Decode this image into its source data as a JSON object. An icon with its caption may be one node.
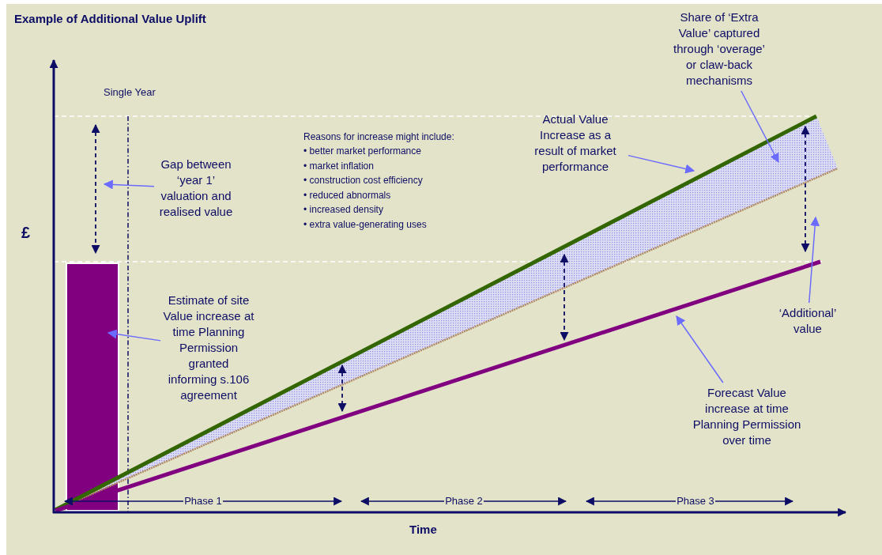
{
  "diagram": {
    "title": "Example of Additional Value Uplift",
    "nodes": [
      {
        "text": [
          "Gap between ‘year 1’ valuation and realised value"
        ]
      },
      {
        "text": [
          "Estimate of site Value increase at time Planning Permission granted informing s.106 agreement"
        ]
      },
      {
        "text": [],
        "shape": "bar"
      },
      {
        "text": [
          "Actual Value Increase as a result of market performance"
        ]
      },
      {
        "text": [
          "Share of ‘Extra Value’ captured through ‘overage’ or claw-back mechanisms"
        ]
      },
      {
        "text": [
          "‘Additional’ value"
        ]
      },
      {
        "text": [
          "Forecast Value increase at time Planning Permission over time"
        ]
      }
    ],
    "edges": [
      {
        "from": 0,
        "to": null,
        "arrow": "to"
      },
      {
        "from": 1,
        "to": 2,
        "arrow": "to"
      },
      {
        "from": 3,
        "to": null,
        "arrow": "to"
      },
      {
        "from": 4,
        "to": null,
        "arrow": "to"
      },
      {
        "from": 5,
        "to": null,
        "arrow": "to"
      },
      {
        "from": 6,
        "to": null,
        "arrow": "to"
      }
    ],
    "labels": [
      "Single Year",
      "£",
      "Reasons for increase might include:",
      "• better market performance",
      "• market inflation",
      "• construction cost efficiency",
      "• reduced abnormals",
      "• increased density",
      "• extra value-generating uses",
      "Phase 1",
      "Phase 2",
      "Phase 3",
      "Time"
    ]
  }
}
